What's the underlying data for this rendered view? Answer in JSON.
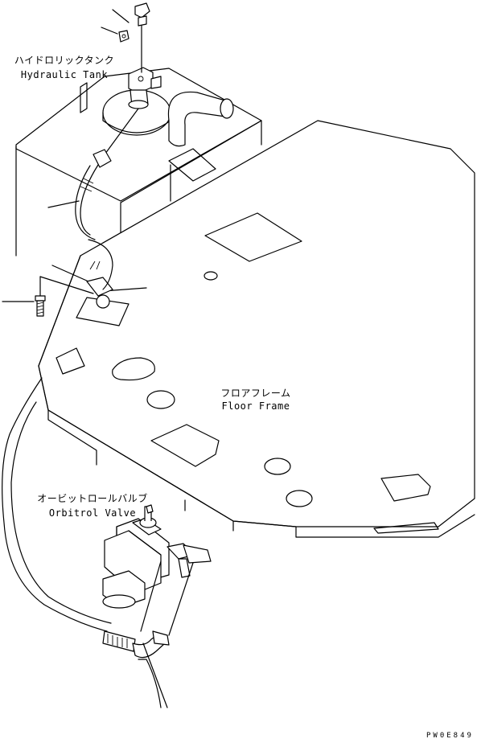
{
  "labels": {
    "hydraulic_tank": {
      "jp": "ハイドロリックタンク",
      "en": "Hydraulic Tank"
    },
    "floor_frame": {
      "jp": "フロアフレーム",
      "en": "Floor Frame"
    },
    "orbitrol_valve": {
      "jp": "オービットロールバルブ",
      "en": "Orbitrol Valve"
    }
  },
  "drawing_code": "PW0E849"
}
